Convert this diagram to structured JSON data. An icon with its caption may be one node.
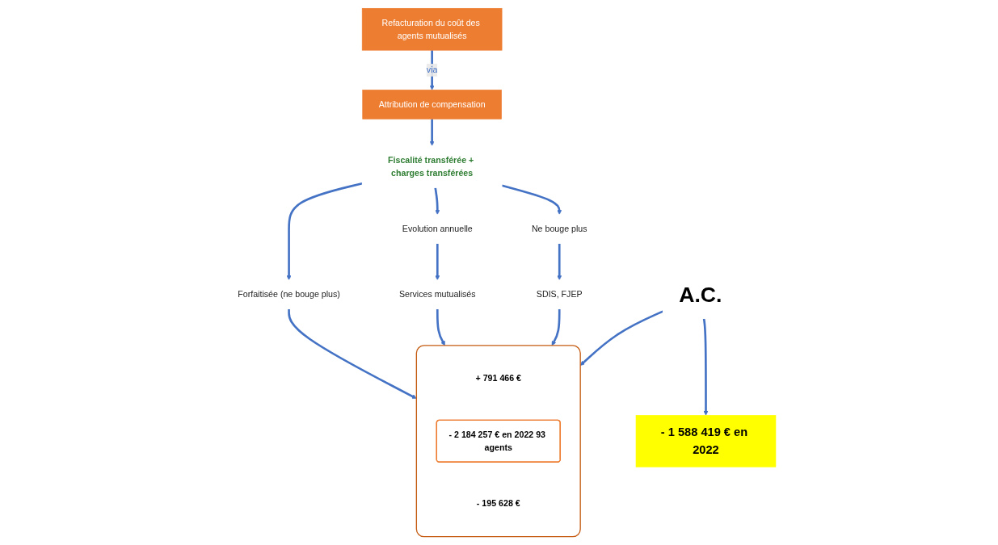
{
  "diagram": {
    "nodes": [
      {
        "text": [
          "Refacturation du coût des agents mutualisés"
        ]
      },
      {
        "text": [
          "Attribution de compensation"
        ]
      },
      {
        "text": [
          "Fiscalité transférée + charges transférées"
        ]
      },
      {
        "text": [
          "Forfaitisée (ne bouge plus)"
        ]
      },
      {
        "text": [
          "Evolution annuelle"
        ]
      },
      {
        "text": [
          "Ne bouge plus"
        ]
      },
      {
        "text": [
          "Services mutualisés"
        ]
      },
      {
        "text": [
          "SDIS, FJEP"
        ]
      },
      {
        "text": [
          "- 1 588 419 € en 2022"
        ]
      },
      {
        "text": [
          "A.C."
        ]
      },
      {
        "text": [],
        "shape": "box"
      },
      {
        "text": [
          "+ 791 466 €"
        ],
        "in": 10
      },
      {
        "text": [
          "- 2 184 257 € en 2022 93 agents"
        ],
        "in": 10
      },
      {
        "text": [
          "- 195 628 €"
        ],
        "in": 10
      }
    ],
    "edges": [
      {
        "from": 0,
        "to": 1,
        "arrow": "to",
        "label": "via"
      },
      {
        "from": 1,
        "to": 2,
        "arrow": "to"
      },
      {
        "from": 2,
        "to": 3,
        "arrow": "to"
      },
      {
        "from": 2,
        "to": 4,
        "arrow": "to"
      },
      {
        "from": 2,
        "to": 5,
        "arrow": "to"
      },
      {
        "from": 4,
        "to": 6,
        "arrow": "to"
      },
      {
        "from": 5,
        "to": 7,
        "arrow": "to"
      },
      {
        "from": 3,
        "to": 10,
        "arrow": "to"
      },
      {
        "from": 6,
        "to": 10,
        "arrow": "to"
      },
      {
        "from": 7,
        "to": 10,
        "arrow": "to"
      },
      {
        "from": 9,
        "to": 8,
        "arrow": "to"
      },
      {
        "from": 9,
        "to": 10,
        "arrow": "to"
      }
    ]
  }
}
